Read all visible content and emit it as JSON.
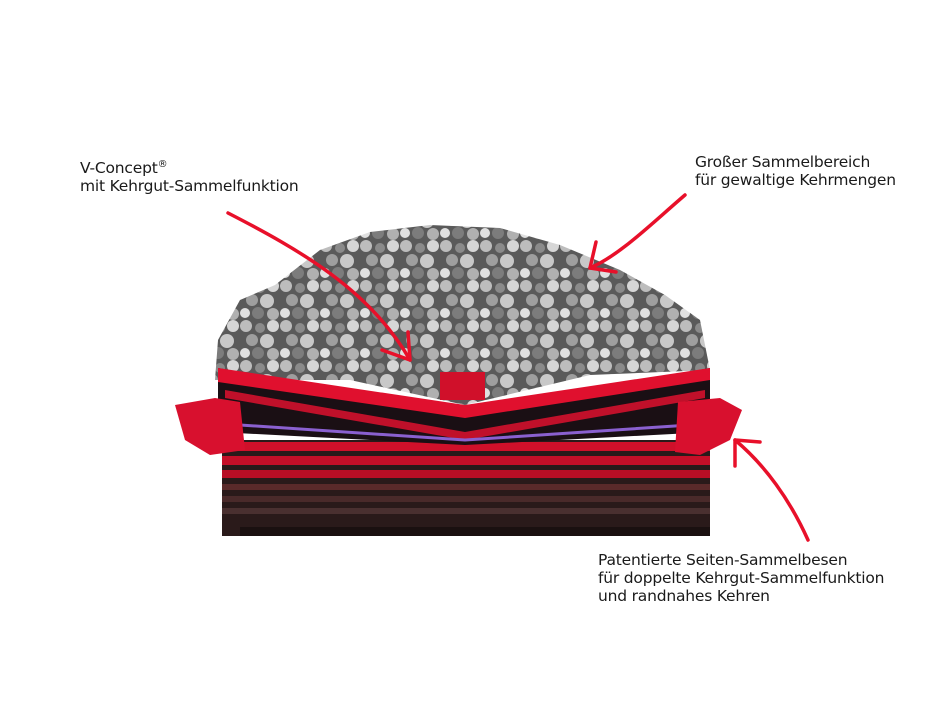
{
  "annotations": [
    {
      "line1": "V-Concept",
      "mark": "®",
      "line2": "mit Kehrgut-Sammelfunktion"
    },
    {
      "line1": "Großer Sammelbereich",
      "line2": "für gewaltige Kehrmengen"
    },
    {
      "line1": "Patentierte Seiten-Sammelbesen",
      "line2": "für doppelte Kehrgut-Sammelfunktion",
      "line3": "und randnahes Kehren"
    }
  ],
  "colors": {
    "accent": "#e8102a",
    "machine_red": "#d0102a",
    "dark": "#2a1a1a",
    "gravel": "#9a9a9a"
  }
}
